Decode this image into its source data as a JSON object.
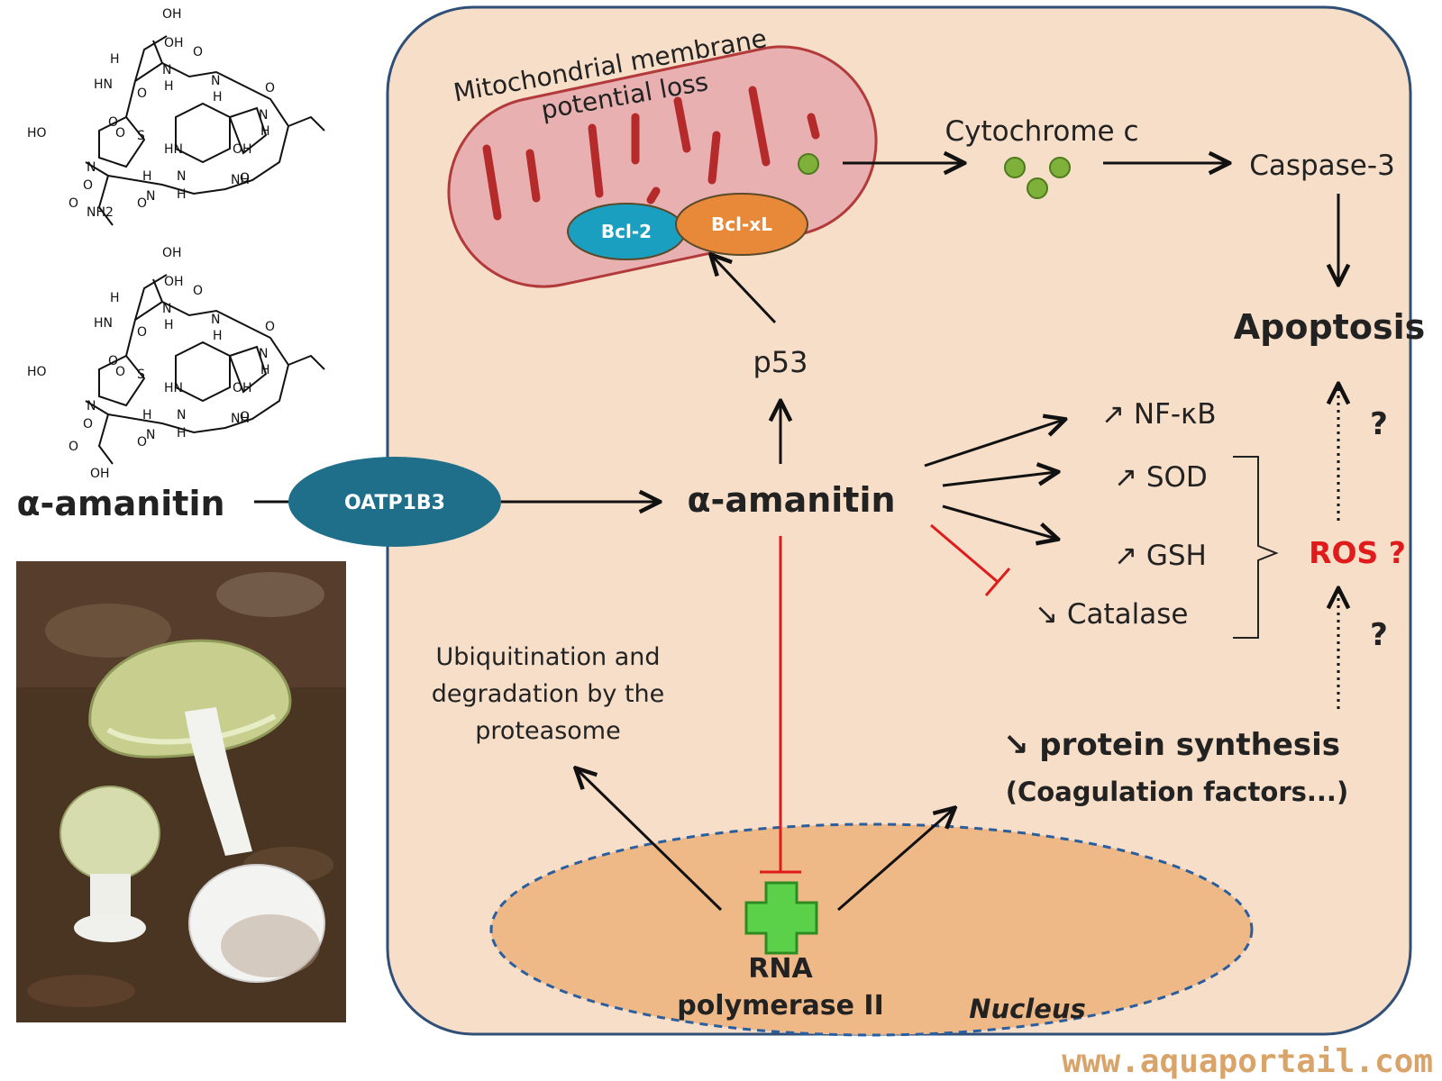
{
  "colors": {
    "cell_bg": "#f7dec8",
    "cell_border": "#2f4f77",
    "mito_fill": "#e8b0b0",
    "mito_stroke": "#b23a3a",
    "mito_crista": "#b52a2a",
    "bcl2": "#1a9fc0",
    "bclxl": "#e8893a",
    "oatp": "#1f6f8b",
    "nucleus": "#efb887",
    "nucleus_border": "#2a5e9e",
    "inhibit": "#e01b1b",
    "ros": "#e01b1b",
    "cyto_dots": "#7fb03a",
    "cross": "#5bd14a",
    "cross_border": "#2e8b22",
    "watermark": "#d9a46a"
  },
  "left_panel": {
    "molecule_1_icon": "alpha-amanitin-structure",
    "molecule_2_icon": "beta-amanitin-structure",
    "molecule_1_labels": [
      "OH",
      "OH",
      "H",
      "HN",
      "N",
      "H",
      "O",
      "N",
      "H",
      "O",
      "N",
      "H",
      "O",
      "HO",
      "N",
      "O",
      "S",
      "O",
      "HN",
      "OH",
      "O",
      "H",
      "N",
      "O",
      "N",
      "H",
      "NH",
      "O",
      "O",
      "NH2"
    ],
    "molecule_2_labels": [
      "OH",
      "OH",
      "H",
      "HN",
      "N",
      "H",
      "O",
      "N",
      "H",
      "O",
      "N",
      "H",
      "O",
      "HO",
      "N",
      "O",
      "S",
      "O",
      "HN",
      "OH",
      "O",
      "H",
      "N",
      "O",
      "N",
      "H",
      "NH",
      "O",
      "O",
      "OH"
    ],
    "title": "α-amanitin",
    "photo_icon": "death-cap-mushroom-photo"
  },
  "transporter": {
    "label": "OATP1B3"
  },
  "mitochondrion": {
    "caption_line1": "Mitochondrial membrane",
    "caption_line2": "potential loss",
    "bcl2": "Bcl-2",
    "bclxl": "Bcl-xL"
  },
  "nodes": {
    "cytochrome": "Cytochrome c",
    "caspase": "Caspase-3",
    "apoptosis": "Apoptosis",
    "p53": "p53",
    "amanitin": "α-amanitin",
    "nfkb": "↗ NF-κB",
    "sod": "↗ SOD",
    "gsh": "↗ GSH",
    "catalase": "↘ Catalase",
    "ros": "ROS ?",
    "q_upper": "?",
    "q_lower": "?",
    "ubiquitin_line1": "Ubiquitination and",
    "ubiquitin_line2": "degradation by the",
    "ubiquitin_line3": "proteasome",
    "protein_synthesis": "↘  protein synthesis",
    "coagulation": "(Coagulation factors...)",
    "rna_line1": "RNA",
    "rna_line2": "polymerase II",
    "nucleus": "Nucleus"
  },
  "watermark": "www.aquaportail.com"
}
